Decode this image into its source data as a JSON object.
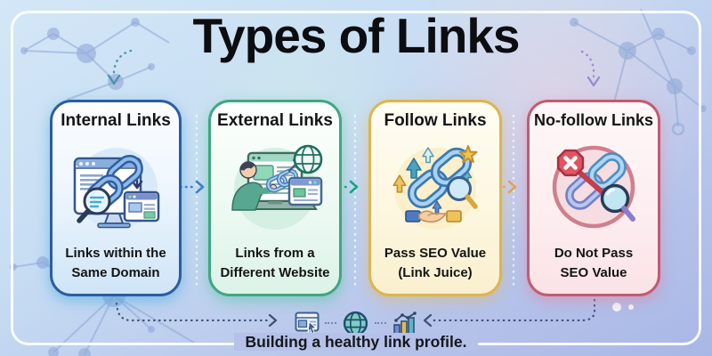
{
  "page": {
    "title": "Types of Links",
    "footer_caption": "Building a healthy link profile."
  },
  "cards": [
    {
      "title": "Internal Links",
      "desc_line1": "Links within the",
      "desc_line2": "Same Domain",
      "icon": "browser-chain-magnifier-icon",
      "accent": "#2d5d9f"
    },
    {
      "title": "External Links",
      "desc_line1": "Links from a",
      "desc_line2": "Different Website",
      "icon": "person-laptop-globe-link-icon",
      "accent": "#41a681"
    },
    {
      "title": "Follow Links",
      "desc_line1": "Pass SEO Value",
      "desc_line2": "(Link Juice)",
      "icon": "chain-growth-handshake-icon",
      "accent": "#ddb54c"
    },
    {
      "title": "No-follow Links",
      "desc_line1": "Do Not Pass",
      "desc_line2": "SEO Value",
      "icon": "blocked-chain-magnifier-icon",
      "accent": "#c25b72"
    }
  ],
  "footer_icons": [
    "browser-cursor-icon",
    "globe-icon",
    "bar-chart-icon"
  ],
  "decor_colors": {
    "arrow_blue": "#3b7ed2",
    "arrow_teal": "#16a57e",
    "arrow_orange": "#e6a44e",
    "arrow_slate": "#3e5273",
    "arrow_teal_curved": "#4f93ab",
    "arrow_purple_curved": "#9a8ccd",
    "network_node": "#93aad8"
  }
}
